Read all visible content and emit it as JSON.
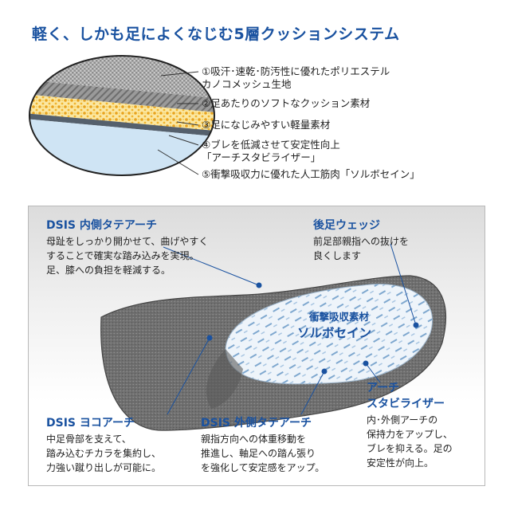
{
  "headline": "軽く、しかも足によくなじむ5層クッションシステム",
  "layers": [
    {
      "lines": [
        "①吸汗･速乾･防汚性に優れたポリエステル",
        "カノコメッシュ生地"
      ]
    },
    {
      "lines": [
        "②足あたりのソフトなクッション素材"
      ]
    },
    {
      "lines": [
        "③足になじみやすい軽量素材"
      ]
    },
    {
      "lines": [
        "④ブレを低減させて安定性向上",
        "「アーチスタビライザー」"
      ]
    },
    {
      "lines": [
        "⑤衝撃吸収力に優れた人工筋肉「ソルボセイン」"
      ]
    }
  ],
  "insole_label": [
    "衝撃吸収素材",
    "ソルボセイン"
  ],
  "features": {
    "dsis_medial": {
      "title": "DSIS 内側タテアーチ",
      "lines": [
        "母趾をしっかり開かせて、曲げやすく",
        "することで確実な踏み込みを実現。",
        "足、膝への負担を軽減する。"
      ]
    },
    "rear_wedge": {
      "title": "後足ウェッジ",
      "lines": [
        "前足部親指への抜けを",
        "良くします"
      ]
    },
    "dsis_transverse": {
      "title": "DSIS ヨコアーチ",
      "lines": [
        "中足骨部を支えて、",
        "踏み込むチカラを集約し、",
        "力強い蹴り出しが可能に。"
      ]
    },
    "dsis_lateral": {
      "title": "DSIS 外側タテアーチ",
      "lines": [
        "親指方向への体重移動を",
        "推進し、軸足への踏ん張り",
        "を強化して安定感をアップ。"
      ]
    },
    "arch_stabilizer": {
      "title_lines": [
        "アーチ",
        "スタビライザー"
      ],
      "lines": [
        "内･外側アーチの",
        "保持力をアップし、",
        "ブレを抑える。足の",
        "安定性が向上。"
      ]
    }
  },
  "colors": {
    "accent": "#1a52a0",
    "cushion": "#f2c23a",
    "sorbothane": "#cfe4f4"
  }
}
